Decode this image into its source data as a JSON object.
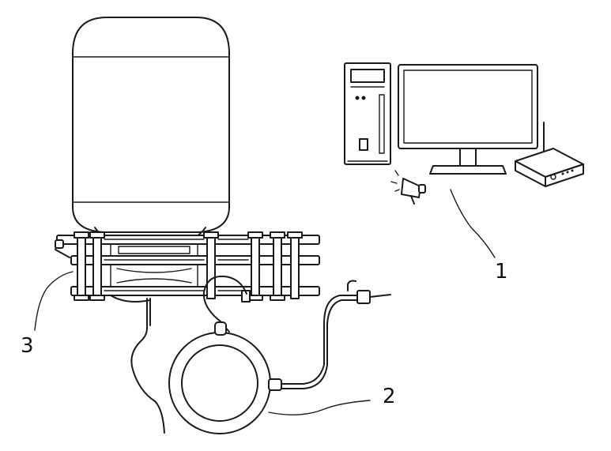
{
  "labels": {
    "computer_system": "1",
    "heating_coil": "2",
    "clamp_fixture": "3"
  }
}
